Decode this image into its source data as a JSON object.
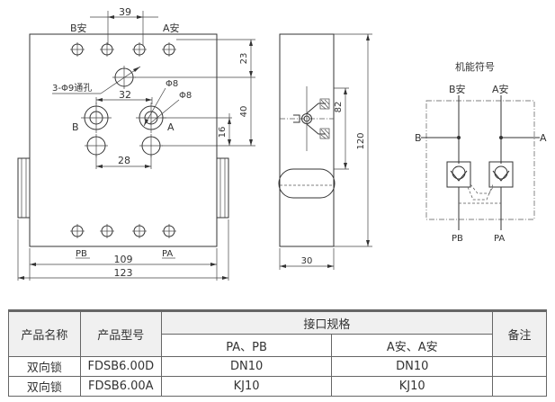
{
  "drawing": {
    "dimensions": {
      "top_width": "39",
      "height_23": "23",
      "height_40": "40",
      "height_16": "16",
      "spacing_32": "32",
      "spacing_28": "28",
      "width_109": "109",
      "width_123": "123",
      "side_82": "82",
      "side_120": "120",
      "side_30": "30"
    },
    "labels": {
      "b_an_top": "B安",
      "a_an_top": "A安",
      "through_hole": "3-Φ9通孔",
      "phi8_a": "Φ8",
      "phi8_b": "Φ8",
      "port_b": "B",
      "port_a": "A",
      "pb": "PB",
      "pa": "PA"
    },
    "symbol": {
      "title": "机能符号",
      "b_an": "B安",
      "a_an": "A安",
      "b": "B",
      "a": "A",
      "pb": "PB",
      "pa": "PA"
    }
  },
  "table": {
    "headers": {
      "name": "产品名称",
      "model": "产品型号",
      "interface": "接口规格",
      "sub_pa_pb": "PA、PB",
      "sub_a_b": "A安、A安",
      "remarks": "备注"
    },
    "rows": [
      {
        "name": "双向锁",
        "model": "FDSB6.00D",
        "pa_pb": "DN10",
        "ab": "DN10",
        "remark": ""
      },
      {
        "name": "双向锁",
        "model": "FDSB6.00A",
        "pa_pb": "KJ10",
        "ab": "KJ10",
        "remark": ""
      }
    ]
  }
}
